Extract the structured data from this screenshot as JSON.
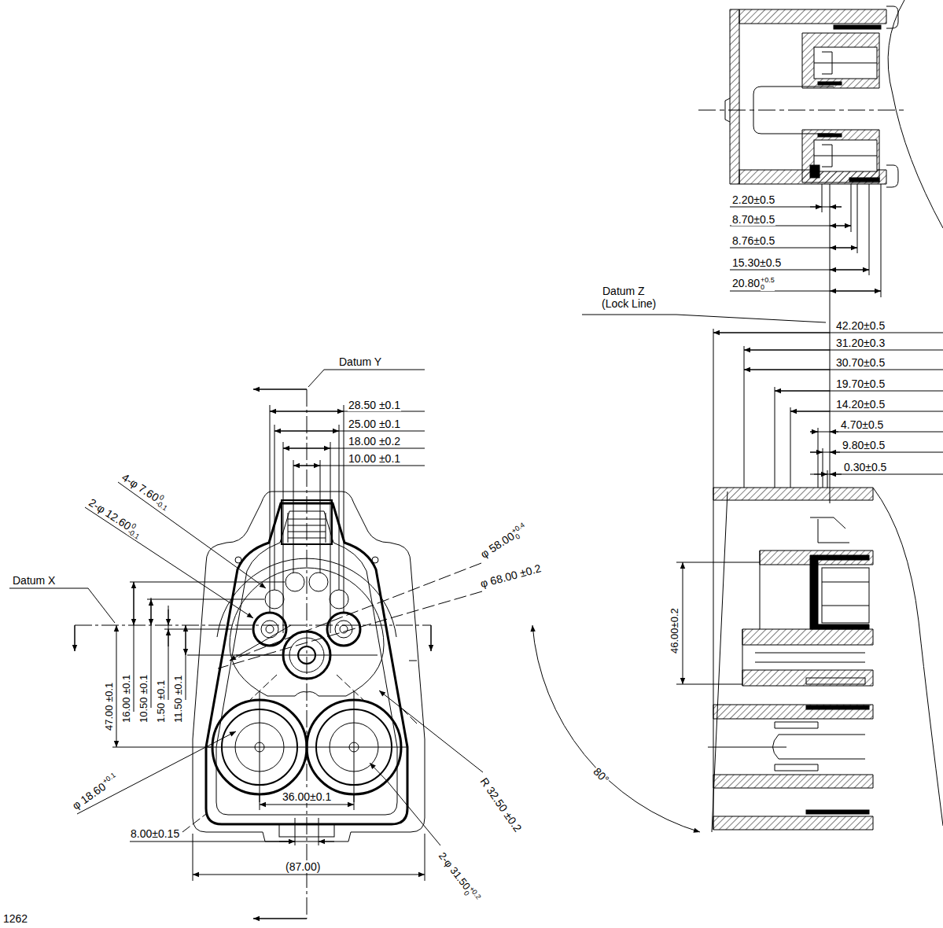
{
  "diagram": {
    "labels": [
      "2.20±0.5",
      "8.70±0.5",
      "8.76±0.5",
      "15.30±0.5",
      "20.80",
      "+0.5",
      "0",
      "Datum Z (Lock Line)",
      "42.20±0.5",
      "31.20±0.3",
      "30.70±0.5",
      "19.70±0.5",
      "14.20±0.5",
      "4.70±0.5",
      "9.80±0.5",
      "0.30±0.5",
      "Datum Y",
      "28.50 ±0.1",
      "25.00 ±0.1",
      "18.00 ±0.2",
      "10.00 ±0.1",
      "4-φ 7.60",
      "0",
      "-0.1",
      "2-φ 12.60",
      "0",
      "-0.1",
      "φ 58.00",
      "+0.4",
      "0",
      "φ 68.00 ±0.2",
      "Datum X",
      "47.00 ±0.1",
      "16.00 ±0.1",
      "10.50 ±0.1",
      "1.50 ±0.1",
      "11.50 ±0.1",
      "46.00±0.2",
      "80°",
      "φ 18.60",
      "+0.1",
      "R 32.50 ±0.2",
      "8.00±0.15",
      "36.00±0.1",
      "(87.00)",
      "2-φ 31.50",
      "+0.2",
      "0",
      "1262"
    ]
  }
}
